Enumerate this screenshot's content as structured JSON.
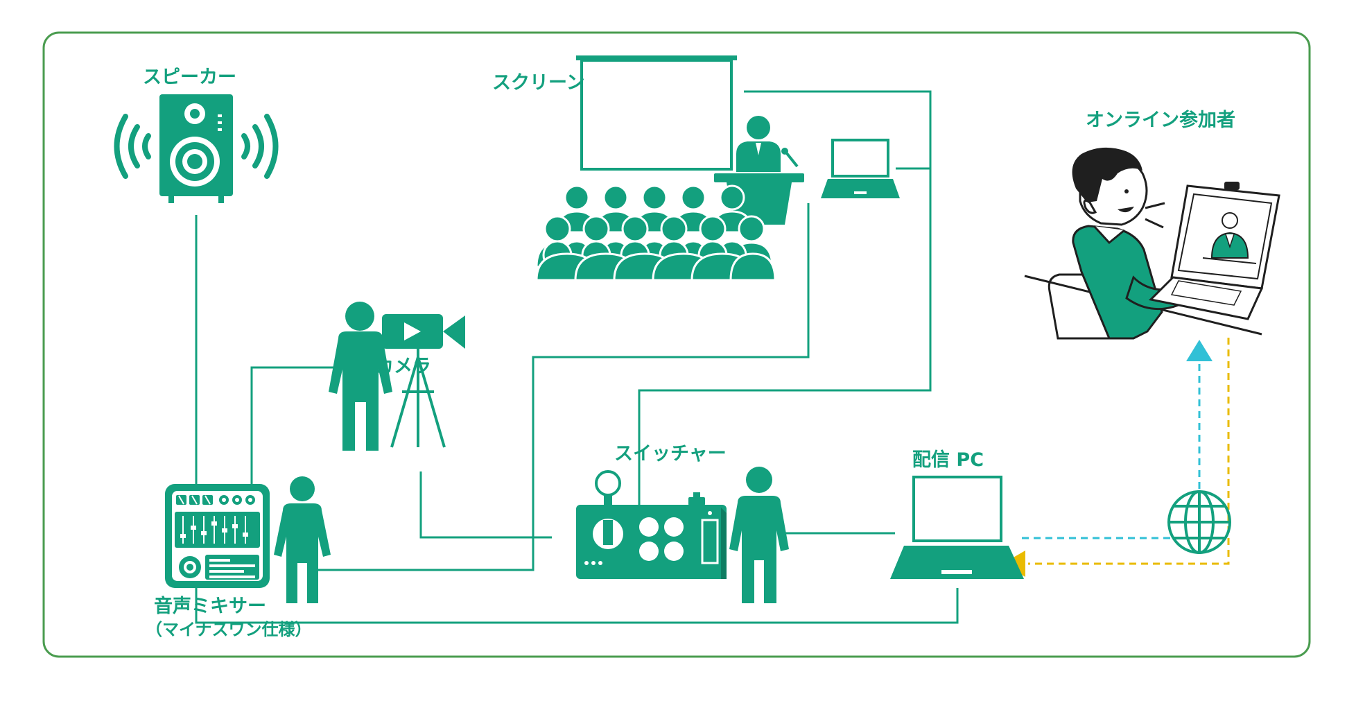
{
  "colors": {
    "frame": "#4a9c4f",
    "teal": "#13a07e",
    "cyan": "#31c0d6",
    "yellow": "#e9bb00",
    "outline": "#1f1f1f",
    "white": "#ffffff"
  },
  "labels": {
    "speaker": "スピーカー",
    "screen": "スクリーン",
    "online": "オンライン参加者",
    "camera": "カメラ",
    "switcher": "スイッチャー",
    "stream_pc": "配信 PC",
    "mixer": "音声ミキサー",
    "mixer_note": "（マイナスワン仕様）"
  },
  "icons": {
    "speaker": "speaker-icon",
    "screen": "projection-screen-icon",
    "presenter": "presenter-at-podium-icon",
    "audience": "audience-icon",
    "laptop": "laptop-icon",
    "camera_operator": "camera-operator-icon",
    "video_camera": "video-camera-icon",
    "mixer": "audio-mixer-icon",
    "switcher": "video-switcher-icon",
    "stream_pc": "streaming-laptop-icon",
    "globe": "globe-icon",
    "online_participant": "online-participant-icon"
  }
}
